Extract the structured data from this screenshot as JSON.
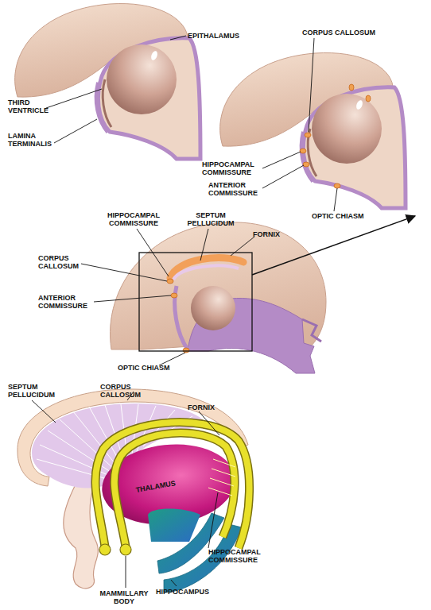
{
  "diagram": {
    "labels": [
      "EPITHALAMUS",
      "THIRD VENTRICLE",
      "LAMINA TERMINALIS",
      "CORPUS CALLOSUM",
      "HIPPOCAMPAL COMMISSURE",
      "ANTERIOR COMMISSURE",
      "OPTIC CHIASM",
      "HIPPOCAMPAL COMMISSURE",
      "SEPTUM PELLUCIDUM",
      "FORNIX",
      "CORPUS CALLOSUM",
      "ANTERIOR COMMISSURE",
      "OPTIC CHIASM",
      "SEPTUM PELLUCIDUM",
      "CORPUS CALLOSUM",
      "FORNIX",
      "THALAMUS",
      "HIPPOCAMPAL COMMISSURE",
      "HIPPOCAMPUS",
      "MAMMILLARY BODY"
    ]
  }
}
